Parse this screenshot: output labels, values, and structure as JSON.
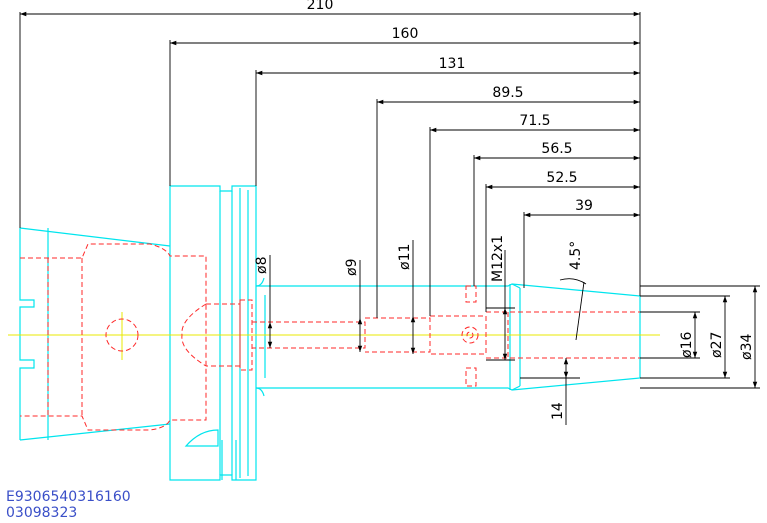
{
  "drawing": {
    "dimensions": {
      "length_210": "210",
      "length_160": "160",
      "length_131": "131",
      "length_89_5": "89.5",
      "length_71_5": "71.5",
      "length_56_5": "56.5",
      "length_52_5": "52.5",
      "length_39": "39",
      "dia_8": "ø8",
      "dia_9": "ø9",
      "dia_11": "ø11",
      "thread_m12x1": "M12x1",
      "angle_4_5": "4.5°",
      "dia_16": "ø16",
      "dia_27": "ø27",
      "dia_34": "ø34",
      "length_14": "14"
    },
    "colors": {
      "outline": "#00e5ee",
      "hidden": "#ff2a2a",
      "centerline": "#e8e800",
      "dimension": "#000000",
      "caption": "#3a4fc8"
    }
  },
  "caption": {
    "part_number": "E9306540316160",
    "code": "03098323"
  }
}
